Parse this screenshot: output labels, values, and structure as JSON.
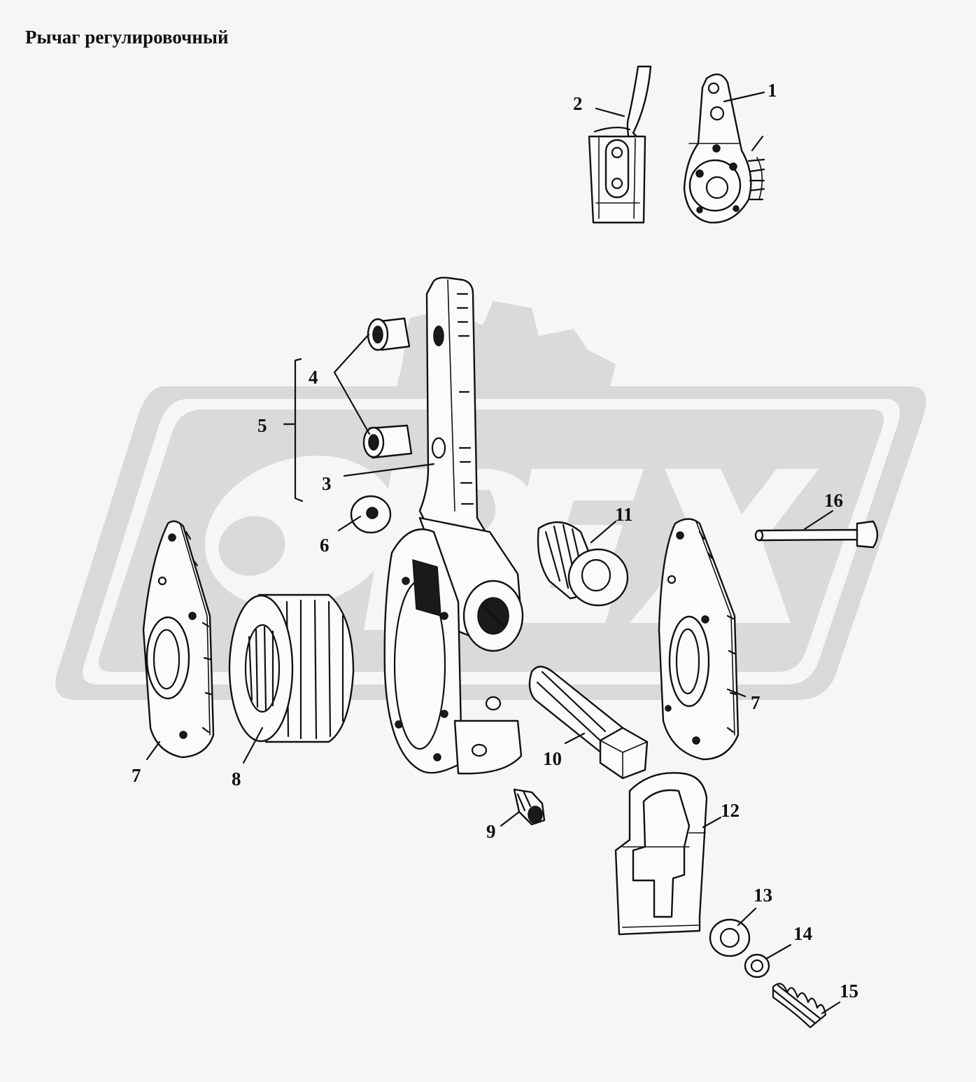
{
  "title": "Рычаг регулировочный",
  "callouts": [
    "1",
    "2",
    "3",
    "4",
    "5",
    "6",
    "7",
    "7",
    "8",
    "9",
    "10",
    "11",
    "12",
    "13",
    "14",
    "15",
    "16"
  ],
  "watermark": {
    "text": "OPEX",
    "color": "#d9d9d7"
  }
}
